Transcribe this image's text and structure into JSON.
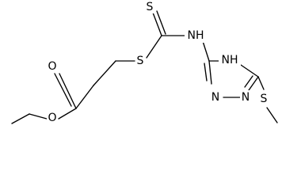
{
  "molecule": {
    "atoms": {
      "o_carbonyl": "O",
      "o_ester": "O",
      "s_thioether": "S",
      "s_thiocarbonyl": "S",
      "nh_thioamide": "NH",
      "nh_ring": "NH",
      "n_ring_left": "N",
      "n_ring_right": "N",
      "s_methylthio": "S"
    }
  }
}
